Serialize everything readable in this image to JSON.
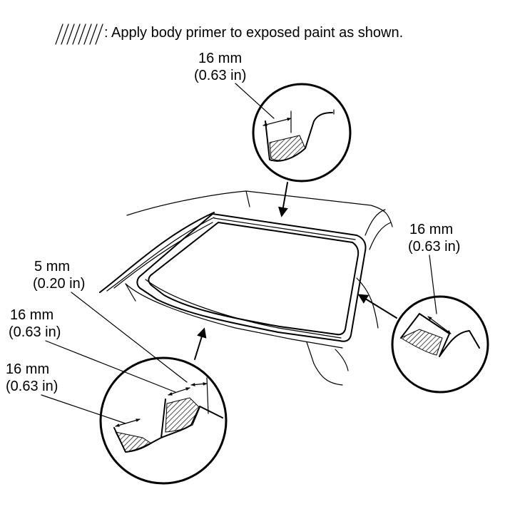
{
  "legend": {
    "text": ": Apply body primer to exposed paint as shown."
  },
  "callouts": {
    "top": {
      "mm": "16 mm",
      "inch": "(0.63 in)"
    },
    "right": {
      "mm": "16 mm",
      "inch": "(0.63 in)"
    },
    "lower_5mm": {
      "mm": "5 mm",
      "inch": "(0.20 in)"
    },
    "lower_16mm_a": {
      "mm": "16 mm",
      "inch": "(0.63 in)"
    },
    "lower_16mm_b": {
      "mm": "16 mm",
      "inch": "(0.63 in)"
    }
  }
}
